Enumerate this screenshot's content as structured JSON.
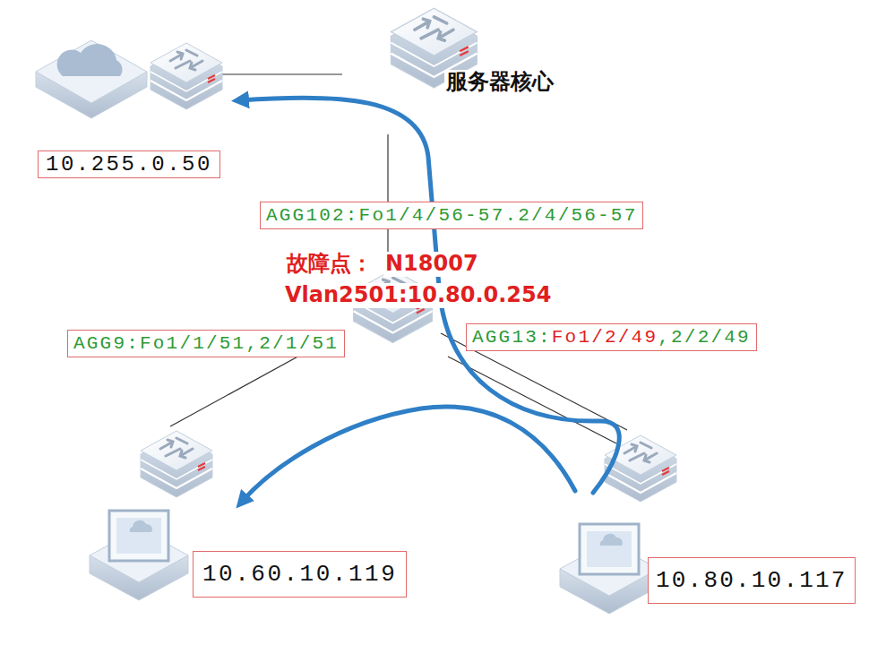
{
  "diagram": {
    "nodes": [
      {
        "text": [
          "10.255.0.50"
        ]
      },
      {
        "text": [
          "AGG102:Fo1/4/56-57.2/4/56-57"
        ]
      },
      {
        "text": [
          "AGG9:Fo1/1/51,2/1/51"
        ]
      },
      {
        "text": [
          "AGG13:",
          "Fo1/2/49",
          ",2/2/49"
        ]
      },
      {
        "text": [
          "10.60.10.119"
        ]
      },
      {
        "text": [
          "10.80.10.117"
        ]
      }
    ],
    "labels": [
      "服务器核心",
      "故障点：",
      "N18007",
      "Vlan2501:10.80.0.254"
    ]
  }
}
